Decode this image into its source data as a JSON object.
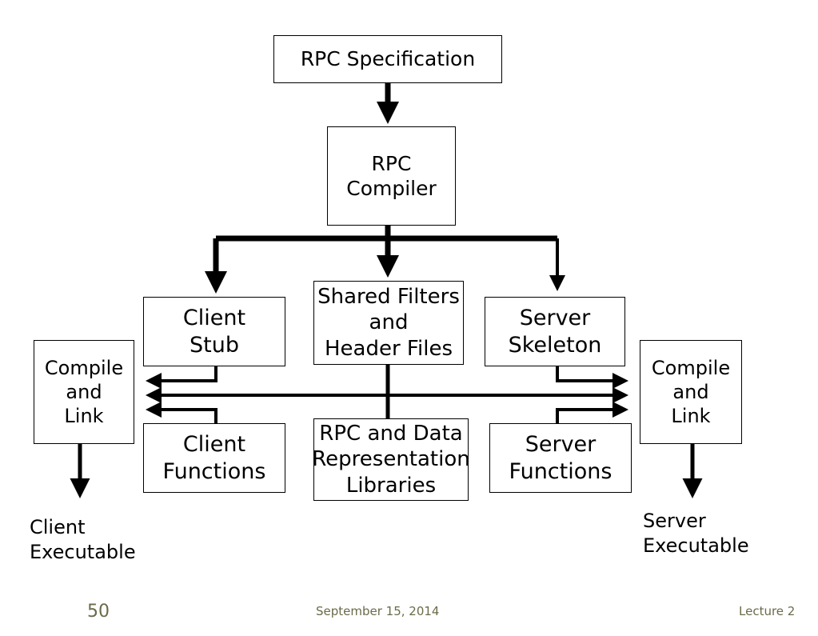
{
  "boxes": {
    "spec": {
      "line1": "RPC Specification"
    },
    "compiler": {
      "line1": "RPC",
      "line2": "Compiler"
    },
    "client_stub": {
      "line1": "Client",
      "line2": "Stub"
    },
    "shared": {
      "line1": "Shared Filters",
      "line2": "and",
      "line3": "Header Files"
    },
    "server_skeleton": {
      "line1": "Server",
      "line2": "Skeleton"
    },
    "compile_left": {
      "line1": "Compile",
      "line2": "and",
      "line3": "Link"
    },
    "compile_right": {
      "line1": "Compile",
      "line2": "and",
      "line3": "Link"
    },
    "client_functions": {
      "line1": "Client",
      "line2": "Functions"
    },
    "libraries": {
      "line1": "RPC and Data",
      "line2": "Representation",
      "line3": "Libraries"
    },
    "server_functions": {
      "line1": "Server",
      "line2": "Functions"
    }
  },
  "outputs": {
    "client_exe": {
      "line1": "Client",
      "line2": "Executable"
    },
    "server_exe": {
      "line1": "Server",
      "line2": "Executable"
    }
  },
  "footer": {
    "page_number": "50",
    "date": "September 15, 2014",
    "lecture": "Lecture 2"
  }
}
